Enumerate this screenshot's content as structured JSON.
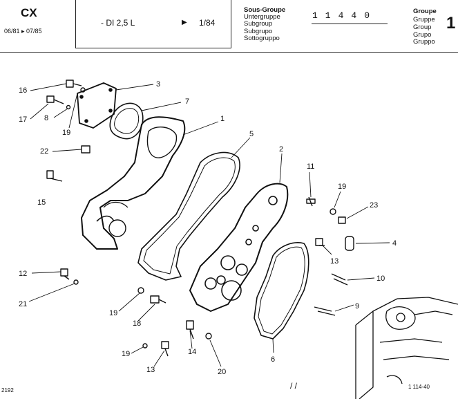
{
  "header": {
    "model": "CX",
    "years": "06/81 ▸ 07/85",
    "engine": "- DI 2,5 L",
    "engine_year": "1/84",
    "subgroup_labels": [
      "Sous-Groupe",
      "Untergruppe",
      "Subgroup",
      "Subgrupo",
      "Sottogruppo"
    ],
    "subgroup_code": "11440",
    "group_labels": [
      "Groupe",
      "Gruppe",
      "Group",
      "Grupo",
      "Gruppo"
    ],
    "group_number": "1"
  },
  "callouts": [
    {
      "label": "16"
    },
    {
      "label": "17"
    },
    {
      "label": "8"
    },
    {
      "label": "19"
    },
    {
      "label": "3"
    },
    {
      "label": "7"
    },
    {
      "label": "1"
    },
    {
      "label": "22"
    },
    {
      "label": "5"
    },
    {
      "label": "2"
    },
    {
      "label": "11"
    },
    {
      "label": "19"
    },
    {
      "label": "15"
    },
    {
      "label": "23"
    },
    {
      "label": "4"
    },
    {
      "label": "13"
    },
    {
      "label": "10"
    },
    {
      "label": "9"
    },
    {
      "label": "12"
    },
    {
      "label": "21"
    },
    {
      "label": "19"
    },
    {
      "label": "18"
    },
    {
      "label": "14"
    },
    {
      "label": "19"
    },
    {
      "label": "20"
    },
    {
      "label": "13"
    },
    {
      "label": "6"
    }
  ],
  "footer": {
    "page_code": "2192",
    "drawing_ref": "1 114-40",
    "mark": "/ /"
  }
}
